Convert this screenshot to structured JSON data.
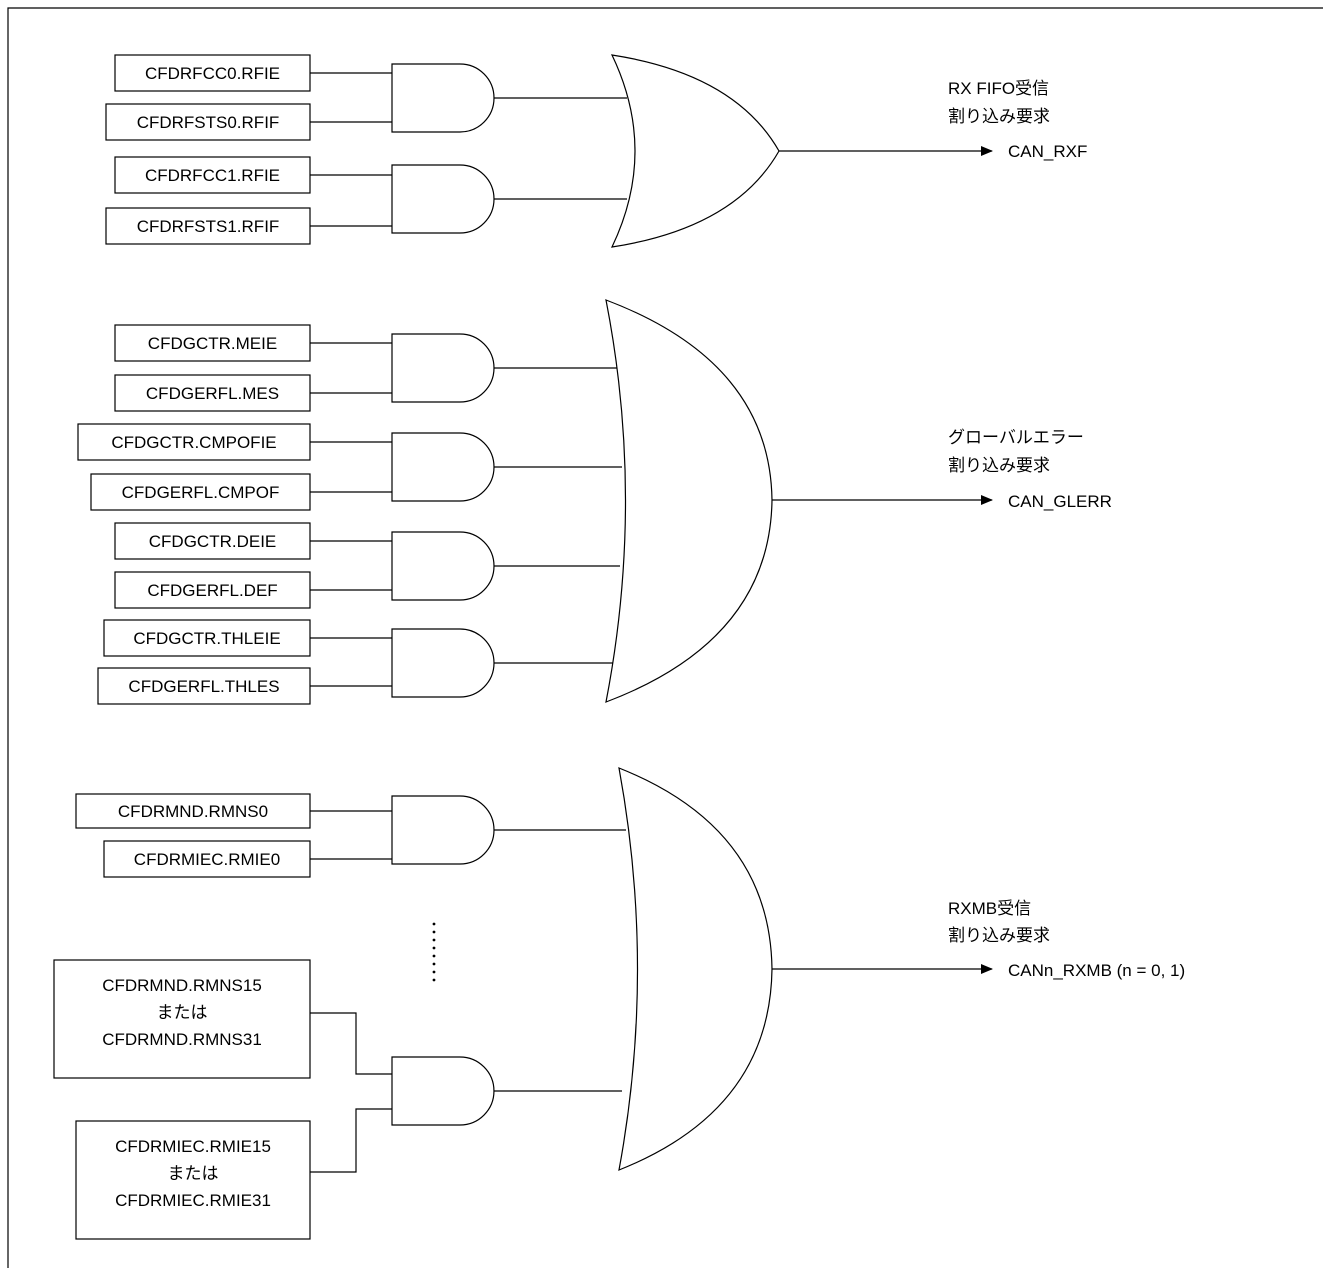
{
  "groups": [
    {
      "registers": [
        [
          "CFDRFCC0.RFIE"
        ],
        [
          "CFDRFSTS0.RFIF"
        ],
        [
          "CFDRFCC1.RFIE"
        ],
        [
          "CFDRFSTS1.RFIF"
        ]
      ],
      "output_label": [
        "RX FIFO受信",
        "割り込み要求"
      ],
      "signal": "CAN_RXF"
    },
    {
      "registers": [
        [
          "CFDGCTR.MEIE"
        ],
        [
          "CFDGERFL.MES"
        ],
        [
          "CFDGCTR.CMPOFIE"
        ],
        [
          "CFDGERFL.CMPOF"
        ],
        [
          "CFDGCTR.DEIE"
        ],
        [
          "CFDGERFL.DEF"
        ],
        [
          "CFDGCTR.THLEIE"
        ],
        [
          "CFDGERFL.THLES"
        ]
      ],
      "output_label": [
        "グローバルエラー",
        "割り込み要求"
      ],
      "signal": "CAN_GLERR"
    },
    {
      "registers": [
        [
          "CFDRMND.RMNS0"
        ],
        [
          "CFDRMIEC.RMIE0"
        ],
        [
          "CFDRMND.RMNS15",
          "または",
          "CFDRMND.RMNS31"
        ],
        [
          "CFDRMIEC.RMIE15",
          "または",
          "CFDRMIEC.RMIE31"
        ]
      ],
      "output_label": [
        "RXMB受信",
        "割り込み要求"
      ],
      "signal": "CANn_RXMB (n = 0, 1)"
    }
  ]
}
